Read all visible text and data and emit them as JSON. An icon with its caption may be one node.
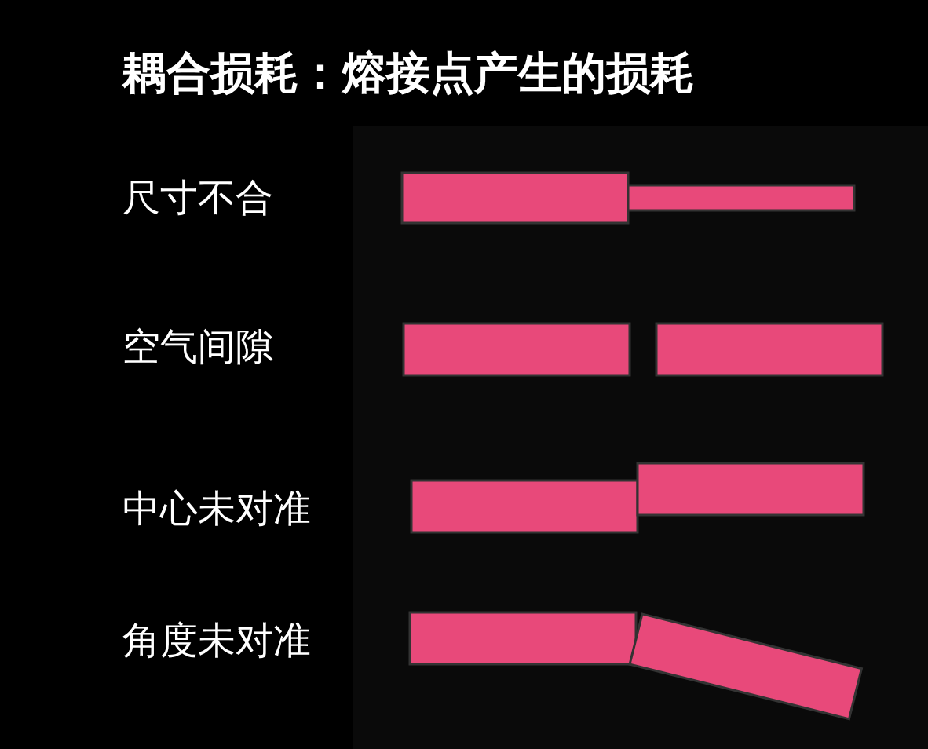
{
  "diagram": {
    "title": "耦合损耗：熔接点产生的损耗",
    "labels": [
      "尺寸不合",
      "空气间隙",
      "中心未对准",
      "角度未对准"
    ]
  }
}
